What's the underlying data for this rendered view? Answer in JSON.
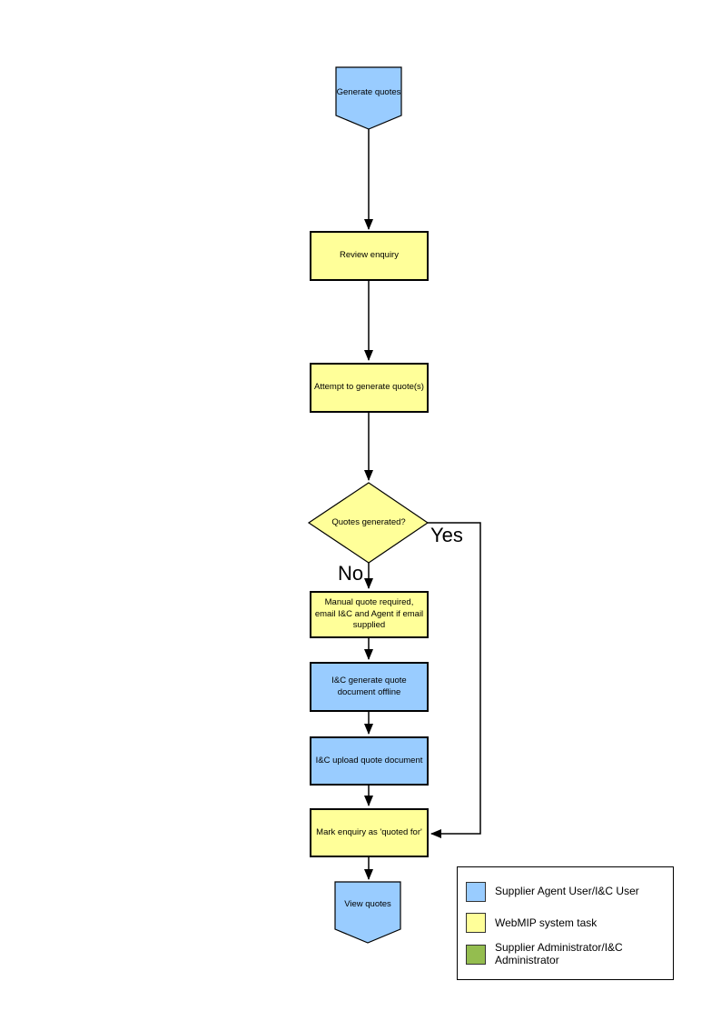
{
  "colors": {
    "node-blue": "#99CCFF",
    "node-yellow": "#FFFF99",
    "legend-green": "#94BD4F",
    "line": "#000000"
  },
  "flowchart": {
    "start": {
      "label": "Generate quotes"
    },
    "review": {
      "label": "Review enquiry"
    },
    "attempt": {
      "label": "Attempt to generate quote(s)"
    },
    "decision": {
      "label": "Quotes generated?"
    },
    "branch_yes": "Yes",
    "branch_no": "No",
    "manual_quote": {
      "label": "Manual quote required, email I&C and Agent if email supplied"
    },
    "generate_offline": {
      "label": "I&C generate quote document offline"
    },
    "upload_quote": {
      "label": "I&C upload quote document"
    },
    "mark_quoted": {
      "label": "Mark enquiry as 'quoted for'"
    },
    "end": {
      "label": "View quotes"
    }
  },
  "legend": {
    "items": [
      {
        "swatch": "#99CCFF",
        "label": "Supplier Agent User/I&C User"
      },
      {
        "swatch": "#FFFF99",
        "label": "WebMIP system task"
      },
      {
        "swatch": "#94BD4F",
        "label": "Supplier Administrator/I&C Administrator"
      }
    ]
  }
}
